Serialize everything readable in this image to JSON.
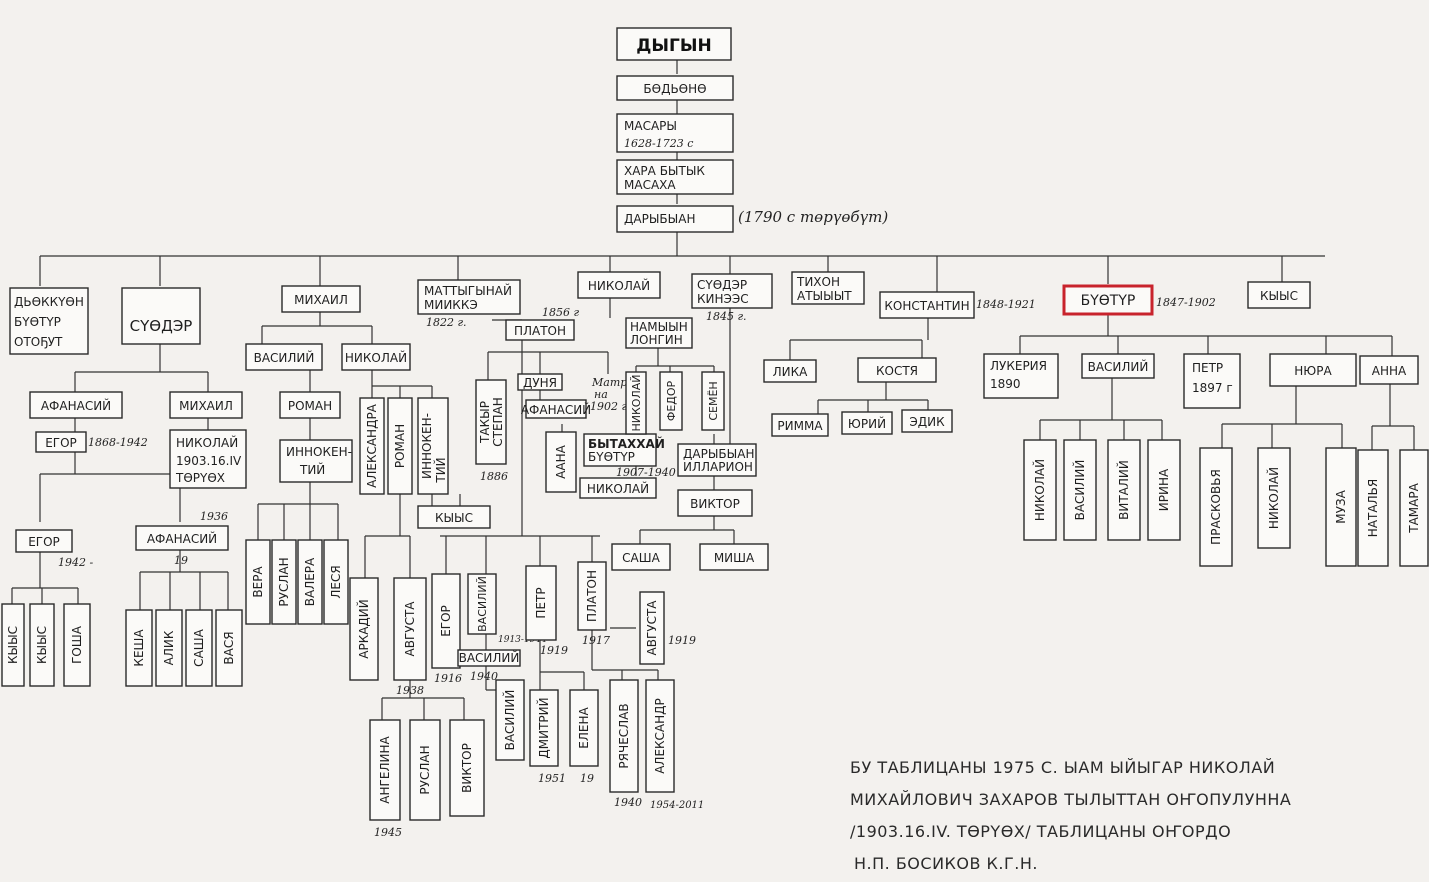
{
  "nodes": {
    "dygyn": "ДЫГЫН",
    "bodyone": "БӨДЬӨНӨ",
    "masary": "МАСАРЫ",
    "masary_years": "1628-1723 с",
    "khara": [
      "ХАРА БЫТЫК",
      "МАСАХА"
    ],
    "darybyan": "ДАРЫБЫАН",
    "darybyan_note": "(1790 с төрүөбүт)",
    "dokkuon": [
      "ДЬӨККҮӨН",
      "БҮӨТҮР",
      "ОТОҔУТ"
    ],
    "syodoer": "СҮӨДЭР",
    "mikhail": "МИХАИЛ",
    "mattygynai": [
      "МАТТЫГЫНАЙ",
      "МИИККЭ"
    ],
    "mattygynai_year": "1822 г.",
    "nikolai": "НИКОЛАЙ",
    "syodoer_kinees": [
      "СҮӨДЭР",
      "КИНЭЭС"
    ],
    "syodoer_kinees_year": "1845 г.",
    "tikhon": [
      "ТИХОН",
      "АТЫЫЫТ"
    ],
    "konstantin": "КОНСТАНТИН",
    "konstantin_years": "1848-1921",
    "byotyr": "БҮӨТҮР",
    "byotyr_years": "1847-1902",
    "kyys_top": "КЫЫС",
    "afanasii1": "АФАНАСИЙ",
    "mikhail2": "МИХАИЛ",
    "egor1": "ЕГОР",
    "egor1_years": "1868-1942",
    "nikolai_1903": [
      "НИКОЛАЙ",
      "1903.16.IV",
      "ТӨРҮӨХ"
    ],
    "egor2": "ЕГОР",
    "egor2_year": "1942 -",
    "afanasii2": "АФАНАСИЙ",
    "afanasii2_year": "1936",
    "afanasii2_year2": "19",
    "kyys_a": "КЫЫС",
    "kyys_b": "КЫЫС",
    "gosha": "ГОША",
    "kesha": "КЕША",
    "alik": "АЛИК",
    "sasha1": "САША",
    "vasya": "ВАСЯ",
    "vasilii1": "ВАСИЛИЙ",
    "nikolai2": "НИКОЛАЙ",
    "roman1": "РОМАН",
    "innokentii1": [
      "ИННОКЕН-",
      "ТИЙ"
    ],
    "vera": "ВЕРА",
    "ruslan1": "РУСЛАН",
    "valera": "ВАЛЕРА",
    "lesya": "ЛЕСЯ",
    "aleksandra": "АЛЕКСАНДРА",
    "roman2": "РОМАН",
    "innokentii2": [
      "ИННОКЕН-",
      "ТИЙ"
    ],
    "kyys_mid": "КЫЫС",
    "arkadii": "АРКАДИЙ",
    "avgusta1": "АВГУСТА",
    "avgusta1_year": "1938",
    "angelina": "АНГЕЛИНА",
    "angelina_year": "1945",
    "ruslan2": "РУСЛАН",
    "viktor1": "ВИКТОР",
    "platon1": "ПЛАТОН",
    "platon1_year": "1856 г",
    "dunya": "ДУНЯ",
    "matrena": [
      "Матрё-",
      "на"
    ],
    "matrena_year": "1902 г",
    "afanasii3": "АФАНАСИЙ",
    "takyr": [
      "ТАКЫР",
      "СТЕПАН"
    ],
    "takyr_year": "1886",
    "aana": "ААНА",
    "bytakhkhai": [
      "БЫТАХХАЙ",
      "БҮӨТҮР"
    ],
    "bytakhkhai_year": "1907-1940",
    "nikolai3": "НИКОЛАЙ",
    "namyyn": [
      "НАМЫЫН",
      "ЛОНГИН"
    ],
    "nikolai4": "НИКОЛАЙ",
    "fedor": "ФЕДОР",
    "semen": "СЕМЁН",
    "darybyan2": [
      "ДАРЫБЫАН",
      "ИЛЛАРИОН"
    ],
    "viktor2": "ВИКТОР",
    "sasha2": "САША",
    "misha": "МИША",
    "egor3": "ЕГОР",
    "egor3_year": "1916",
    "vasilii2": "ВАСИЛИЙ",
    "vasilii2_year": "1913-1944",
    "petr1": "ПЕТР",
    "petr1_year": "1919",
    "platon2": "ПЛАТОН",
    "platon2_year": "1917",
    "avgusta2": "АВГУСТА",
    "avgusta2_year": "1919",
    "vasilii3": "ВАСИЛИЙ",
    "vasilii3_year": "1940",
    "vasilii4": "ВАСИЛИЙ",
    "dmitrii": "ДМИТРИЙ",
    "dmitrii_year": "1951",
    "elena": "ЕЛЕНА",
    "elena_year": "19",
    "ryaslav": "РЯЧЕСЛАВ",
    "ryaslav_year": "1940",
    "aleksandr": "АЛЕКСАНДР",
    "aleksandr_year": "1954-2011",
    "lika": "ЛИКА",
    "kostya": "КОСТЯ",
    "rimma": "РИММА",
    "yurii": "ЮРИЙ",
    "edik": "ЭДИК",
    "lukeriya": [
      "ЛУКЕРИЯ",
      "1890"
    ],
    "vasilii5": "ВАСИЛИЙ",
    "petr2": [
      "ПЕТР",
      "1897 г"
    ],
    "nyura": "НЮРА",
    "anna": "АННА",
    "nikolai5": "НИКОЛАЙ",
    "vasilii6": "ВАСИЛИЙ",
    "vitalii": "ВИТАЛИЙ",
    "irina": "ИРИНА",
    "praskovya": "ПРАСКОВЬЯ",
    "nikolai6": "НИКОЛАЙ",
    "muza": "МУЗА",
    "natalya": "НАТАЛЬЯ",
    "tamara": "ТАМАРА"
  },
  "note": {
    "line1": "БУ ТАБЛИЦАНЫ 1975 С. ЫАМ ЫЙЫГАР НИКОЛАЙ",
    "line2": "МИХАЙЛОВИЧ ЗАХАРОВ ТЫЛЫТТАН ОҤОПУЛУННА",
    "line3": "/1903.16.IV. ТӨРҮӨХ/ ТАБЛИЦАНЫ ОҤОРДО",
    "line4": "Н.П. БОСИКОВ  К.Г.Н."
  },
  "colors": {
    "paper": "#f3f1ee",
    "ink": "#1f1f1f",
    "highlight": "#c8232c"
  }
}
